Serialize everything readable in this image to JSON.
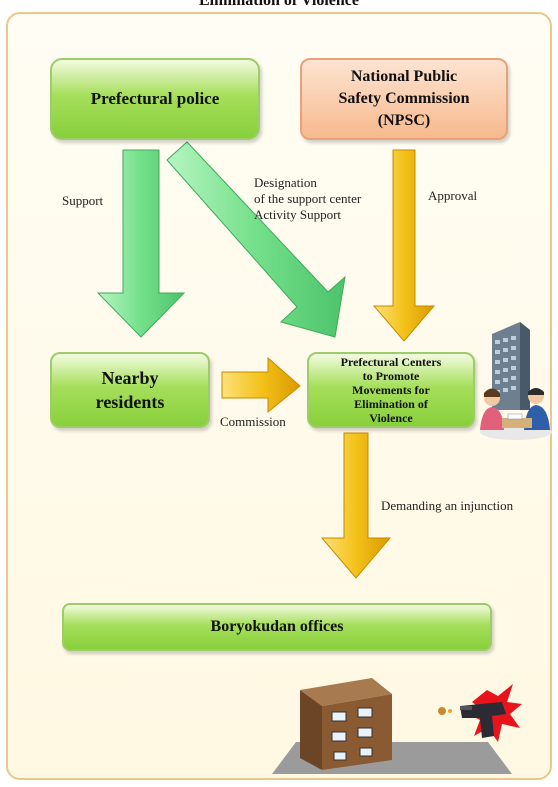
{
  "title": "Elimination of Violence",
  "nodes": {
    "prefectural_police": "Prefectural police",
    "npsc": [
      "National Public",
      "Safety Commission",
      "(NPSC)"
    ],
    "nearby_residents": [
      "Nearby",
      "residents"
    ],
    "centers": [
      "Prefectural Centers",
      "to Promote",
      "Movements for",
      "Elimination of",
      "Violence"
    ],
    "boryokudan_offices": "Boryokudan offices"
  },
  "edges": {
    "support": "Support",
    "designation": [
      "Designation",
      "of the support center",
      "Activity Support"
    ],
    "approval": "Approval",
    "commission": "Commission",
    "injunction": "Demanding an injunction"
  },
  "colors": {
    "green_arrow": "#74e08a",
    "gold_arrow": "#f4c21a",
    "green_box": "#a6df5c",
    "orange_box": "#f7b98d",
    "frame": "#e9c98a"
  },
  "icons": [
    "office-building-icon",
    "people-meeting-icon",
    "boryokudan-building-icon",
    "pistol-icon"
  ]
}
